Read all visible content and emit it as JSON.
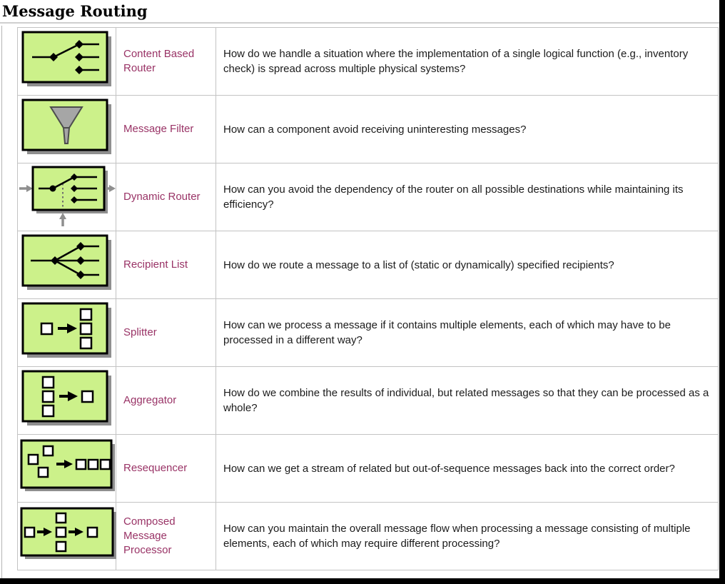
{
  "title": "Message Routing",
  "colors": {
    "link": "#993366",
    "icon_green": "#ccf18a",
    "icon_shadow": "#8f8f8f",
    "table_border": "#c3c3c3",
    "frame_black": "#000000"
  },
  "rows": [
    {
      "name": "Content Based Router",
      "icon": "content-based-router-icon",
      "description": "How do we handle a situation where the implementation of a single logical function (e.g., inventory check) is spread across multiple physical systems?"
    },
    {
      "name": "Message Filter",
      "icon": "message-filter-icon",
      "description": "How can a component avoid receiving uninteresting messages?"
    },
    {
      "name": "Dynamic Router",
      "icon": "dynamic-router-icon",
      "description": "How can you avoid the dependency of the router on all possible destinations while maintaining its efficiency?"
    },
    {
      "name": "Recipient List",
      "icon": "recipient-list-icon",
      "description": "How do we route a message to a list of (static or dynamically) specified recipients?"
    },
    {
      "name": "Splitter",
      "icon": "splitter-icon",
      "description": "How can we process a message if it contains multiple elements, each of which may have to be processed in a different way?"
    },
    {
      "name": "Aggregator",
      "icon": "aggregator-icon",
      "description": "How do we combine the results of individual, but related messages so that they can be processed as a whole?"
    },
    {
      "name": "Resequencer",
      "icon": "resequencer-icon",
      "description": "How can we get a stream of related but out-of-sequence messages back into the correct order?"
    },
    {
      "name": "Composed Message Processor",
      "icon": "composed-message-processor-icon",
      "description": "How can you maintain the overall message flow when processing a message consisting of multiple elements, each of which may require different processing?"
    }
  ]
}
